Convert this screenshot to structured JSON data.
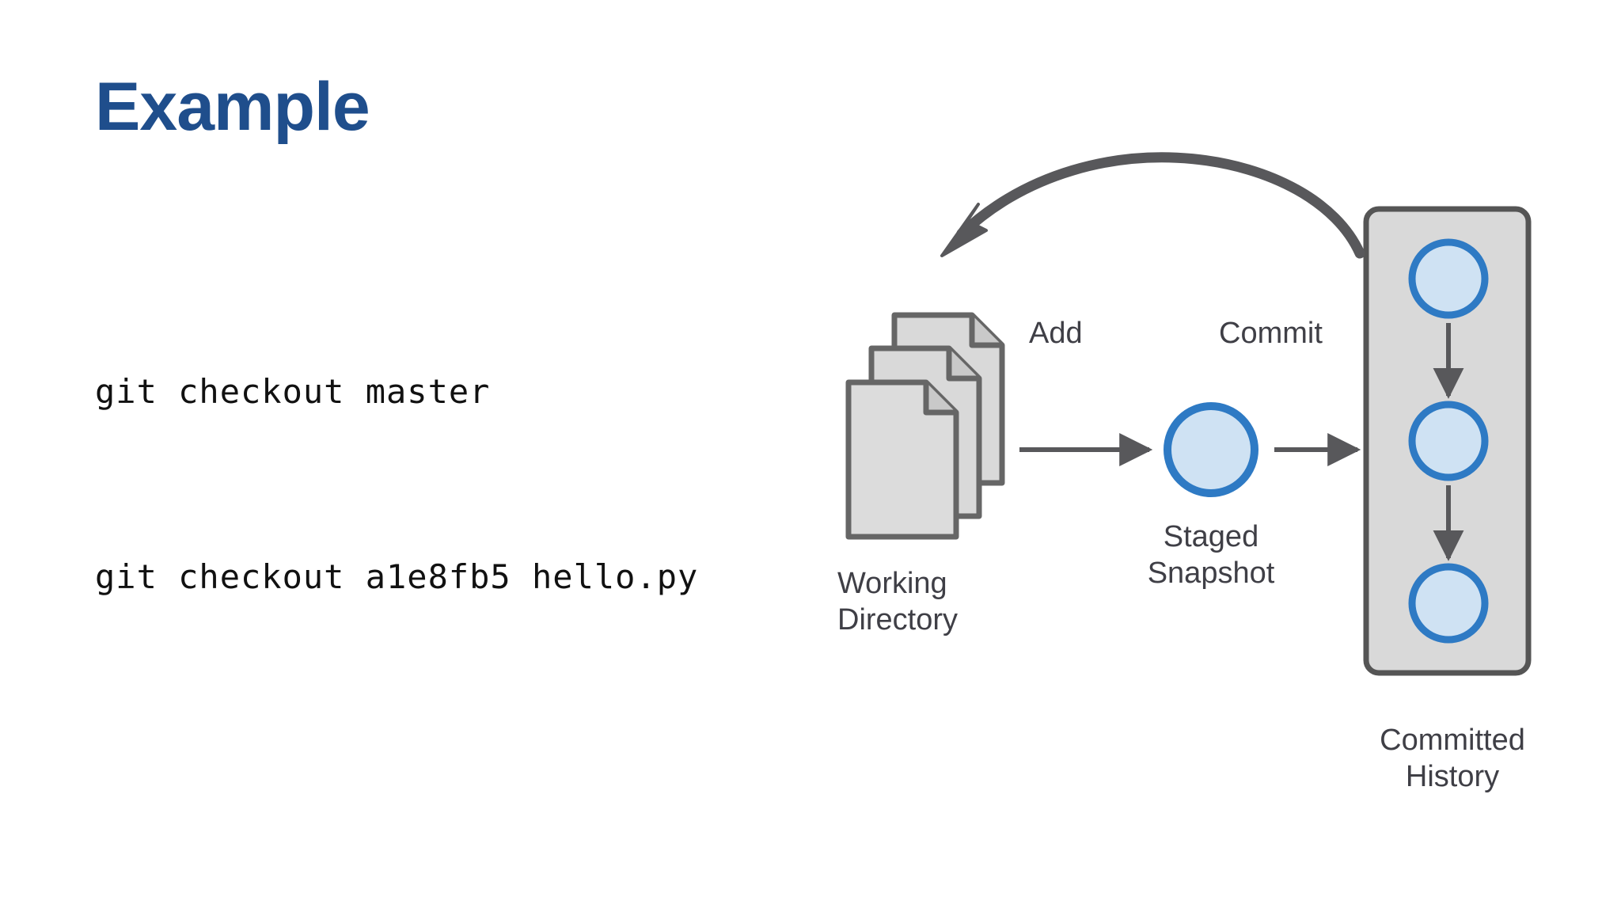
{
  "slide": {
    "title": "Example",
    "background_color": "#ffffff",
    "title_color": "#1f4e8c"
  },
  "code": {
    "language": "shell",
    "lines": [
      "git checkout master",
      "git checkout a1e8fb5 hello.py"
    ],
    "line_1": "git checkout master",
    "line_2": "git checkout a1e8fb5 hello.py",
    "text_color": "#111111"
  },
  "diagram": {
    "type": "git-workflow",
    "colors": {
      "document_fill": "#d9d9d9",
      "document_stroke": "#666666",
      "node_fill": "#cfe2f3",
      "node_stroke": "#2e7ac4",
      "box_fill": "#d9d9d9",
      "box_stroke": "#555555",
      "arrow": "#58585b"
    },
    "nodes": [
      {
        "id": "working-directory",
        "label": "Working\nDirectory",
        "label_line_1": "Working",
        "label_line_2": "Directory",
        "shape": "document-stack",
        "document_count": 3
      },
      {
        "id": "staged-snapshot",
        "label": "Staged\nSnapshot",
        "label_line_1": "Staged",
        "label_line_2": "Snapshot",
        "shape": "circle"
      },
      {
        "id": "committed-history",
        "label": "Committed\nHistory",
        "label_line_1": "Committed",
        "label_line_2": "History",
        "shape": "rounded-rect-container",
        "commit_count": 3
      }
    ],
    "edges": [
      {
        "id": "add-edge",
        "label": "Add",
        "from": "working-directory",
        "to": "staged-snapshot",
        "style": "straight-arrow"
      },
      {
        "id": "commit-edge",
        "label": "Commit",
        "from": "staged-snapshot",
        "to": "committed-history",
        "style": "straight-arrow"
      },
      {
        "id": "checkout-edge",
        "label": "",
        "from": "committed-history",
        "to": "working-directory",
        "style": "curved-arrow"
      }
    ],
    "labels": {
      "add": "Add",
      "commit": "Commit",
      "working_directory": "Working\nDirectory",
      "staged_snapshot": "Staged\nSnapshot",
      "committed_history": "Committed\nHistory"
    }
  }
}
